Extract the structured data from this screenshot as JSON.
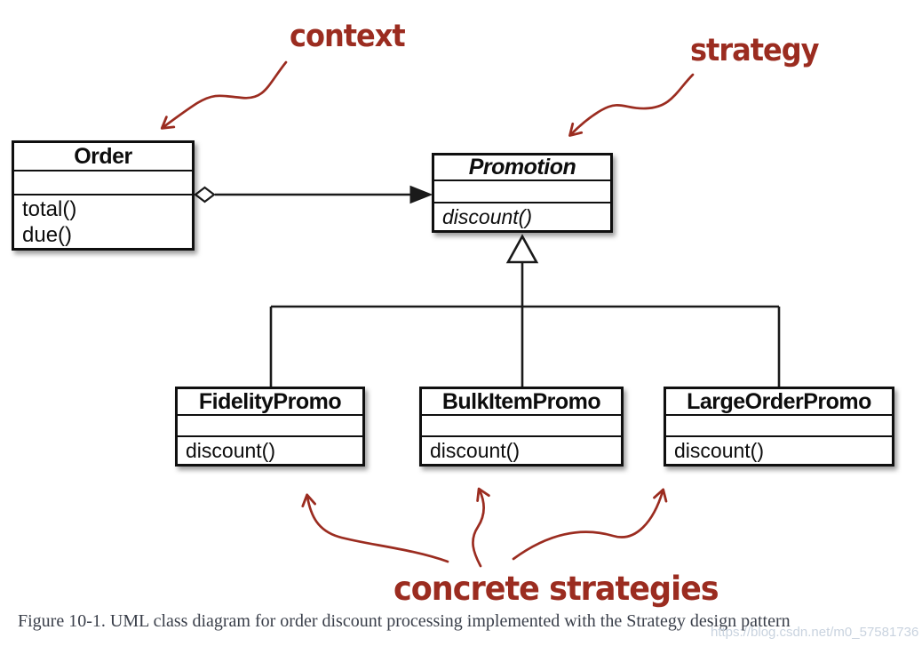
{
  "annotations": {
    "context": "context",
    "strategy": "strategy",
    "concrete_strategies": "concrete strategies"
  },
  "classes": {
    "order": {
      "name": "Order",
      "methods": [
        "total()",
        "due()"
      ]
    },
    "promotion": {
      "name": "Promotion",
      "methods": [
        "discount()"
      ]
    },
    "fidelity": {
      "name": "FidelityPromo",
      "methods": [
        "discount()"
      ]
    },
    "bulkitem": {
      "name": "BulkItemPromo",
      "methods": [
        "discount()"
      ]
    },
    "largeorder": {
      "name": "LargeOrderPromo",
      "methods": [
        "discount()"
      ]
    }
  },
  "relationships": {
    "aggregation": "Order ◇→ Promotion",
    "inheritance": "FidelityPromo, BulkItemPromo, LargeOrderPromo —▷ Promotion"
  },
  "caption": "Figure 10-1. UML class diagram for order discount processing implemented with the Strategy design pattern",
  "watermark": "https://blog.csdn.net/m0_57581736",
  "colors": {
    "annotation_red": "#9b2c20",
    "line_black": "#1a1a1a",
    "caption_gray": "#3a3f4a",
    "watermark_blue_gray": "#c9d3df"
  }
}
